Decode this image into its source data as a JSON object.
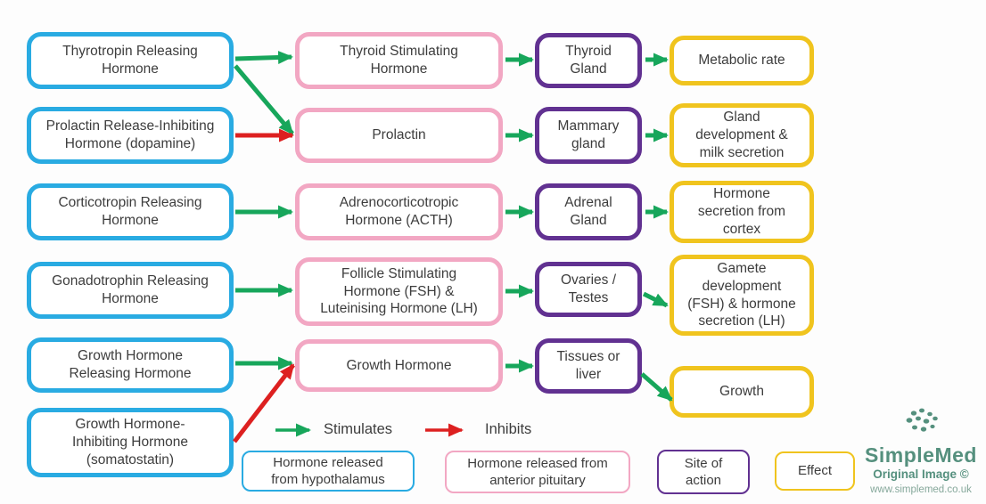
{
  "boxes": {
    "hypothalamus": {
      "trh": "Thyrotropin Releasing\nHormone",
      "prih": "Prolactin Release-Inhibiting\nHormone (dopamine)",
      "crh": "Corticotropin Releasing\nHormone",
      "gnrh": "Gonadotrophin Releasing\nHormone",
      "ghrh": "Growth Hormone\nReleasing Hormone",
      "ghih": "Growth Hormone-\nInhibiting Hormone\n(somatostatin)"
    },
    "pituitary": {
      "tsh": "Thyroid Stimulating\nHormone",
      "prolactin": "Prolactin",
      "acth": "Adrenocorticotropic\nHormone (ACTH)",
      "fsh_lh": "Follicle Stimulating\nHormone (FSH) &\nLuteinising Hormone (LH)",
      "gh": "Growth Hormone"
    },
    "site": {
      "thyroid_gland": "Thyroid\nGland",
      "mammary_gland": "Mammary\ngland",
      "adrenal_gland": "Adrenal\nGland",
      "ovaries_testes": "Ovaries /\nTestes",
      "tissues_liver": "Tissues or\nliver"
    },
    "effect": {
      "metabolic_rate": "Metabolic rate",
      "gland_development": "Gland\ndevelopment &\nmilk secretion",
      "cortex_secretion": "Hormone\nsecretion from\ncortex",
      "gamete_development": "Gamete\ndevelopment\n(FSH) & hormone\nsecretion (LH)",
      "growth": "Growth"
    }
  },
  "legend": {
    "stimulates": "Stimulates",
    "inhibits": "Inhibits",
    "hypothalamus_key": "Hormone released\nfrom hypothalamus",
    "pituitary_key": "Hormone released from\nanterior pituitary",
    "site_key": "Site of\naction",
    "effect_key": "Effect"
  },
  "branding": {
    "name": "SimpleMed",
    "tagline": "Original Image ©",
    "url": "www.simplemed.co.uk"
  },
  "colors": {
    "hypothalamus_border": "#29abe2",
    "pituitary_border": "#f2a7c3",
    "site_border": "#613191",
    "effect_border": "#f0c41e",
    "stimulates_arrow": "#17a65b",
    "inhibits_arrow": "#dd2020",
    "text": "#3d3d3d",
    "brand": "#55907e"
  }
}
